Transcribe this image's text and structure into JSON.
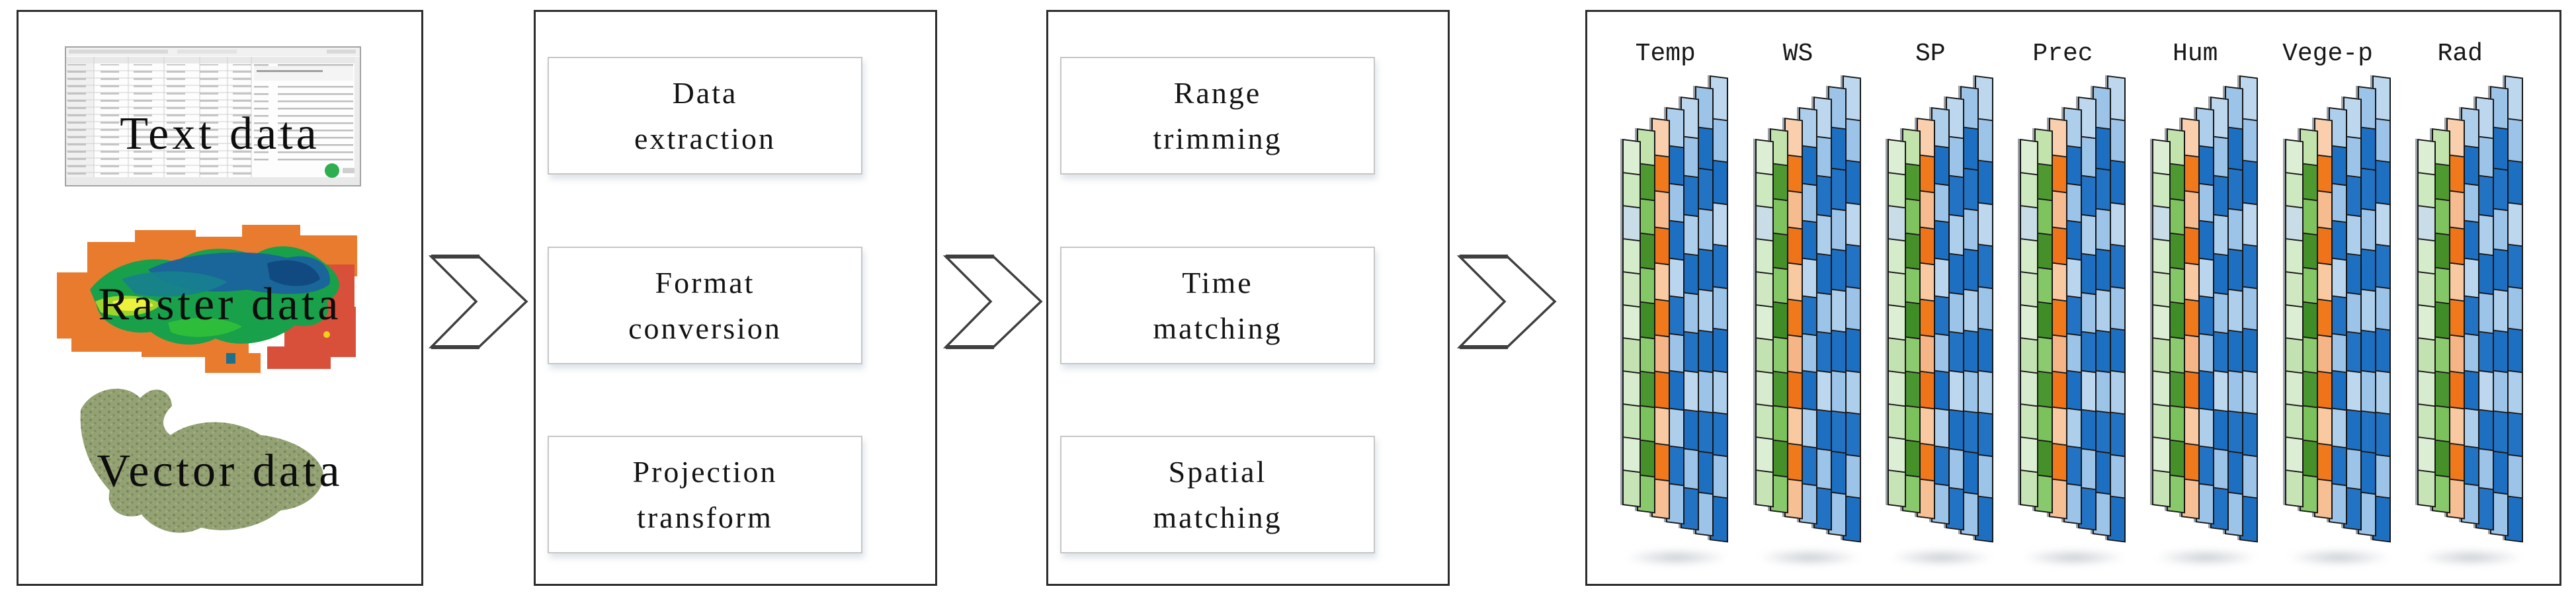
{
  "input_box": {
    "items": [
      {
        "label": "Text data",
        "image": "spreadsheet-thumbnail"
      },
      {
        "label": "Raster data",
        "image": "china-raster-map"
      },
      {
        "label": "Vector data",
        "image": "region-vector-map"
      }
    ]
  },
  "process_boxes": [
    {
      "steps": [
        "Data extraction",
        "Format conversion",
        "Projection transform"
      ]
    },
    {
      "steps": [
        "Range trimming",
        "Time matching",
        "Spatial matching"
      ]
    }
  ],
  "output_box": {
    "variable_labels": [
      "Temp",
      "WS",
      "SP",
      "Prec",
      "Hum",
      "Vege-p",
      "Rad"
    ],
    "layer_palettes": [
      {
        "name": "pale-green",
        "cells": [
          "#dcefd4",
          "#cde9c0",
          "#c9dde8",
          "#d5ecca",
          "#cfe8c2",
          "#dcefd4",
          "#c3e2b2",
          "#d7ecce",
          "#cae6bb",
          "#dcefd4",
          "#c7e4b6"
        ]
      },
      {
        "name": "green",
        "cells": [
          "#c2e3ac",
          "#4f9a30",
          "#7fc35e",
          "#459029",
          "#84c767",
          "#3f8d26",
          "#8bca6f",
          "#4a9630",
          "#7cc25c",
          "#459029",
          "#88c96c"
        ]
      },
      {
        "name": "orange",
        "cells": [
          "#f9cfae",
          "#f0791c",
          "#f6bb8e",
          "#ef7318",
          "#f9c9a2",
          "#f0791c",
          "#f5b586",
          "#ef7318",
          "#f9c9a2",
          "#f0791c",
          "#f7bf94"
        ]
      },
      {
        "name": "blue-1",
        "cells": [
          "#aecfeb",
          "#1d6fc2",
          "#9cc3e8",
          "#1d6fc2",
          "#bad5ee",
          "#2273c4",
          "#9cc3e8",
          "#1d6fc2",
          "#aecfeb",
          "#2273c4",
          "#9cc3e8"
        ]
      },
      {
        "name": "light-blue",
        "cells": [
          "#bdd7ee",
          "#9cc3e8",
          "#2273c4",
          "#aecfeb",
          "#1d6fc2",
          "#9cc3e8",
          "#2273c4",
          "#bdd7ee",
          "#1d6fc2",
          "#9cc3e8",
          "#2273c4"
        ]
      },
      {
        "name": "blue-2",
        "cells": [
          "#9cc3e8",
          "#1d6fc2",
          "#2273c4",
          "#9cc3e8",
          "#1d6fc2",
          "#aecfeb",
          "#1d6fc2",
          "#9cc3e8",
          "#2273c4",
          "#1d6fc2",
          "#9cc3e8"
        ]
      },
      {
        "name": "blue-3",
        "cells": [
          "#bdd7ee",
          "#9cc3e8",
          "#1d6fc2",
          "#bdd7ee",
          "#2273c4",
          "#9cc3e8",
          "#1d6fc2",
          "#aecfeb",
          "#2273c4",
          "#9cc3e8",
          "#1d6fc2"
        ]
      }
    ]
  },
  "colors": {
    "panel_border": "#2d2d2d",
    "step_border": "#c6c6c6",
    "arrow_stroke": "#3f3f3f",
    "cell_border": "#161616",
    "sheet_edge": "#9aa0a6",
    "raster_orange": "#e97b2e",
    "raster_red": "#d9503a",
    "vector_olive": "#93a173",
    "spreadsheet_green": "#2eae4e"
  }
}
